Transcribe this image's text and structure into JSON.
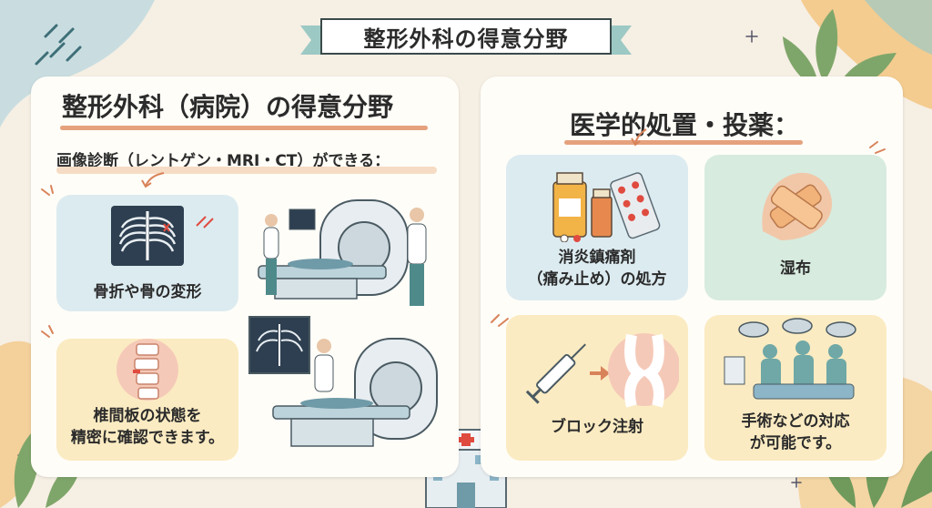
{
  "banner": {
    "title": "整形外科の得意分野"
  },
  "left": {
    "title": "整形外科（病院）の得意分野",
    "subheading": "画像診断（レントゲン・MRI・CT）ができる：",
    "cards": [
      {
        "label": "骨折や骨の変形"
      },
      {
        "label_line1": "椎間板の状態を",
        "label_line2": "精密に確認できます。"
      }
    ]
  },
  "right": {
    "title": "医学的処置・投薬：",
    "cards": [
      {
        "label_line1": "消炎鎮痛剤",
        "label_line2": "（痛み止め）の処方"
      },
      {
        "label": "湿布"
      },
      {
        "label": "ブロック注射"
      },
      {
        "label_line1": "手術などの対応",
        "label_line2": "が可能です。"
      }
    ]
  },
  "colors": {
    "background": "#f6efe4",
    "accent_underline": "#e5a27d",
    "card_blue": "#dcebf0",
    "card_cream": "#fbebc2",
    "card_mint": "#d7ebdf",
    "ribbon": "#9cc9c4"
  }
}
